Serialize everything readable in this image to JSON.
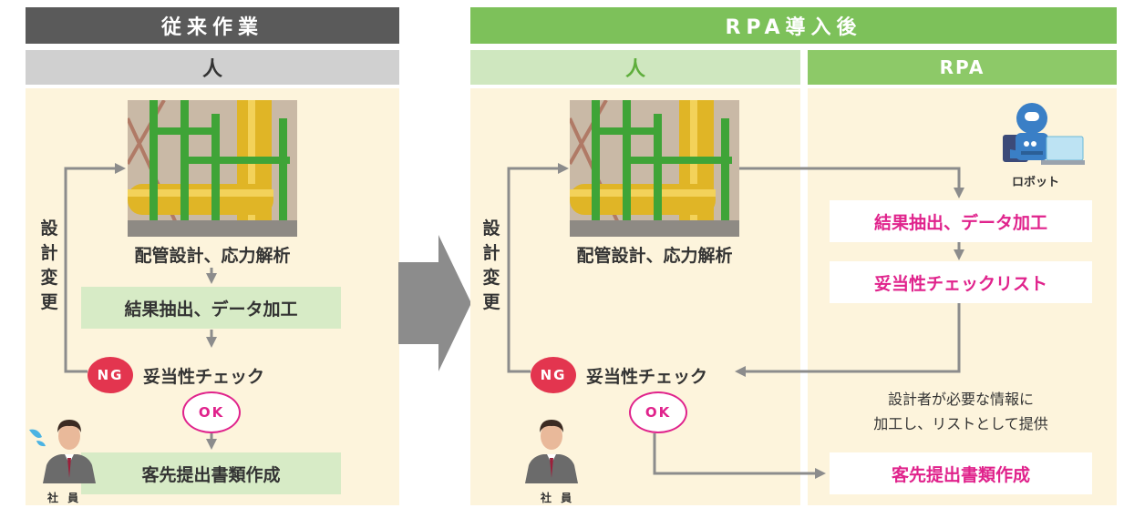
{
  "left": {
    "header": "従来作業",
    "subheader": "人",
    "photo_caption": "配管設計、応力解析",
    "vertical_label": [
      "設",
      "計",
      "変",
      "更"
    ],
    "step_extract": "結果抽出、データ加工",
    "ng_badge": "NG",
    "check_label": "妥当性チェック",
    "ok_badge": "OK",
    "step_document": "客先提出書類作成",
    "person_label": "社 員"
  },
  "right": {
    "header": "RPA導入後",
    "sub_human": "人",
    "sub_rpa": "RPA",
    "photo_caption": "配管設計、応力解析",
    "vertical_label": [
      "設",
      "計",
      "変",
      "更"
    ],
    "robot_label": "ロボット",
    "rpa_extract": "結果抽出、データ加工",
    "rpa_checklist": "妥当性チェックリスト",
    "ng_badge": "NG",
    "check_label": "妥当性チェック",
    "ok_badge": "OK",
    "note_line1": "設計者が必要な情報に",
    "note_line2": "加工し、リストとして提供",
    "rpa_document": "客先提出書類作成",
    "person_label": "社 員"
  },
  "colors": {
    "magenta": "#e0238c",
    "ng_red": "#e3354f",
    "rpa_green": "#7dc15a",
    "cream": "#fdf4dc",
    "arrow_gray": "#8c8c8c"
  },
  "icons": [
    "pipe-plant-photo",
    "robot-icon",
    "employee-icon",
    "sweat-drop-icon",
    "big-arrow-right-icon"
  ]
}
